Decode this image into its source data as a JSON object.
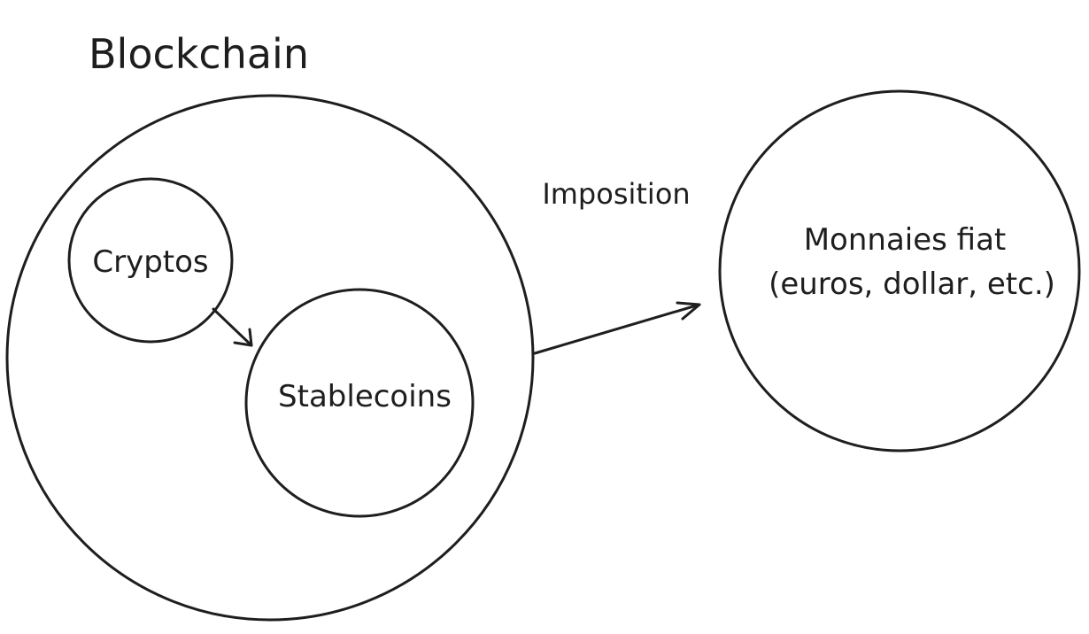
{
  "diagram": {
    "title": "Blockchain",
    "nodes": {
      "blockchain": {
        "label": "Blockchain"
      },
      "cryptos": {
        "label": "Cryptos"
      },
      "stablecoins": {
        "label": "Stablecoins"
      },
      "fiat": {
        "label_line1": "Monnaies fiat",
        "label_line2": "(euros, dollar, etc.)"
      }
    },
    "edges": {
      "cryptos_to_stablecoins": {
        "from": "Cryptos",
        "to": "Stablecoins"
      },
      "blockchain_to_fiat": {
        "from": "Blockchain",
        "to": "Monnaies fiat",
        "label": "Imposition"
      }
    },
    "stroke_color": "#1e1e1e",
    "background_color": "#ffffff"
  }
}
